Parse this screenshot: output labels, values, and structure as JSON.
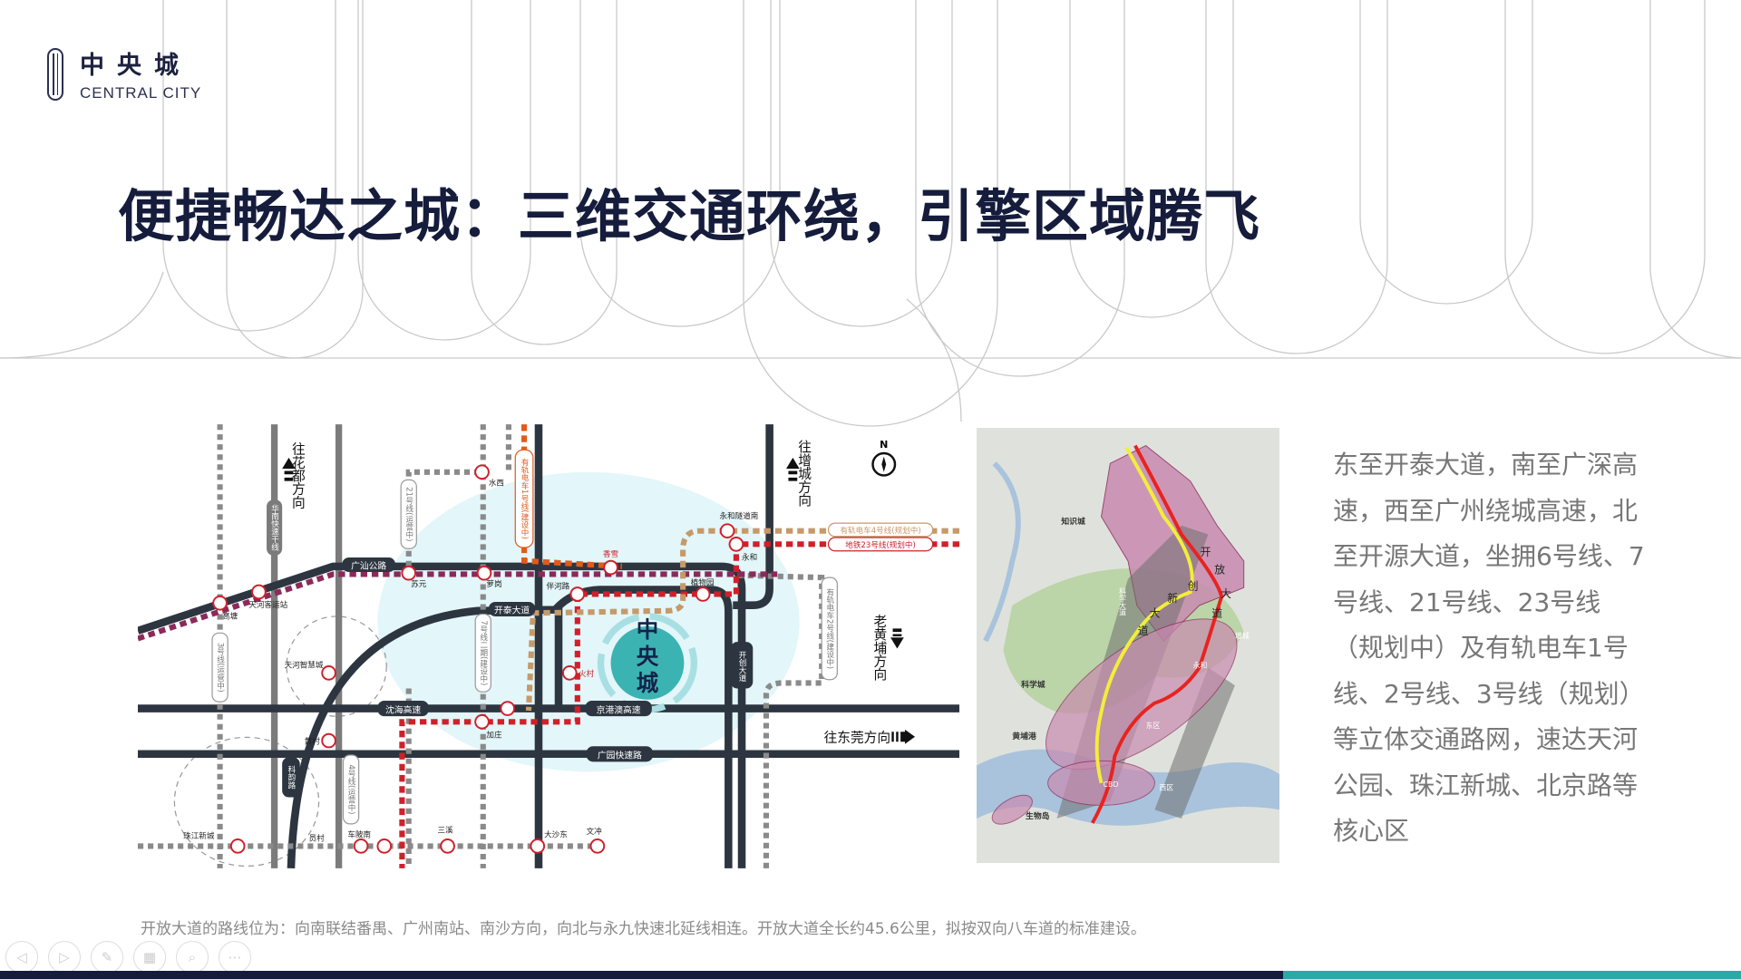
{
  "logo": {
    "cn": "中央城",
    "en": "CENTRAL CITY"
  },
  "title": "便捷畅达之城：三维交通环绕，引擎区域腾飞",
  "transit_map": {
    "center": [
      "中",
      "央",
      "城"
    ],
    "compass": "N",
    "directions": {
      "huadu": "往花都方向",
      "zengcheng": "往增城方向",
      "huangpu": "老黄埔方向",
      "dongguan": "往东莞方向"
    },
    "roads": {
      "guangshan": "广汕公路",
      "kaitai": "开泰大道",
      "shenhai": "沈海高速",
      "jinggangao": "京港澳高速",
      "guangyuan": "广园快速路",
      "kaichuang": "开创大道",
      "keyun": "科韵路",
      "huanan": "华南快速干线"
    },
    "lines": {
      "tram1": "有轨电车1号线(建设中)",
      "tram4": "有轨电车4号线(规划中)",
      "metro23": "地铁23号线(规划中)",
      "tram2": "有轨电车2号线(建设中)",
      "l21": "21号线(运营中)",
      "l7": "7号线二期(建设中)",
      "l3": "3号线(运营中)",
      "l4": "4号线(运营中)"
    },
    "stations": [
      "水西",
      "苏元",
      "萝岗",
      "香雪",
      "伴河路",
      "植物园",
      "永和隧道南",
      "永和",
      "火村",
      "加庄",
      "天河智慧城",
      "黄村",
      "高塘",
      "天河客运站",
      "珠江新城",
      "员村",
      "车陂南",
      "三溪",
      "大沙东",
      "文冲"
    ]
  },
  "satellite_map": {
    "zones": [
      "知识城",
      "科学城",
      "黄埔港",
      "生物岛"
    ],
    "road_kaifang": [
      "开",
      "放",
      "大",
      "道"
    ],
    "road_xinchuang": [
      "新",
      "创",
      "大",
      "道"
    ],
    "road_kexue": "科学大道",
    "areas": [
      "永和",
      "东区",
      "增城",
      "西区",
      "CBD"
    ]
  },
  "description": "东至开泰大道，南至广深高速，西至广州绕城高速，北至开源大道，坐拥6号线、7号线、21号线、23号线（规划中）及有轨电车1号线、2号线、3号线（规划）等立体交通路网，速达天河公园、珠江新城、北京路等核心区",
  "footnote": "开放大道的路线位为：向南联结番禺、广州南站、南沙方向，向北与永九快速北延线相连。开放大道全长约45.6公里，拟按双向八车道的标准建设。",
  "nav": [
    "◁",
    "▷",
    "✎",
    "▦",
    "⌕",
    "⋯"
  ],
  "colors": {
    "navy": "#141b3d",
    "teal": "#2aa9a8",
    "metro_red": "#d0202a",
    "purple": "#8b2a5a"
  }
}
